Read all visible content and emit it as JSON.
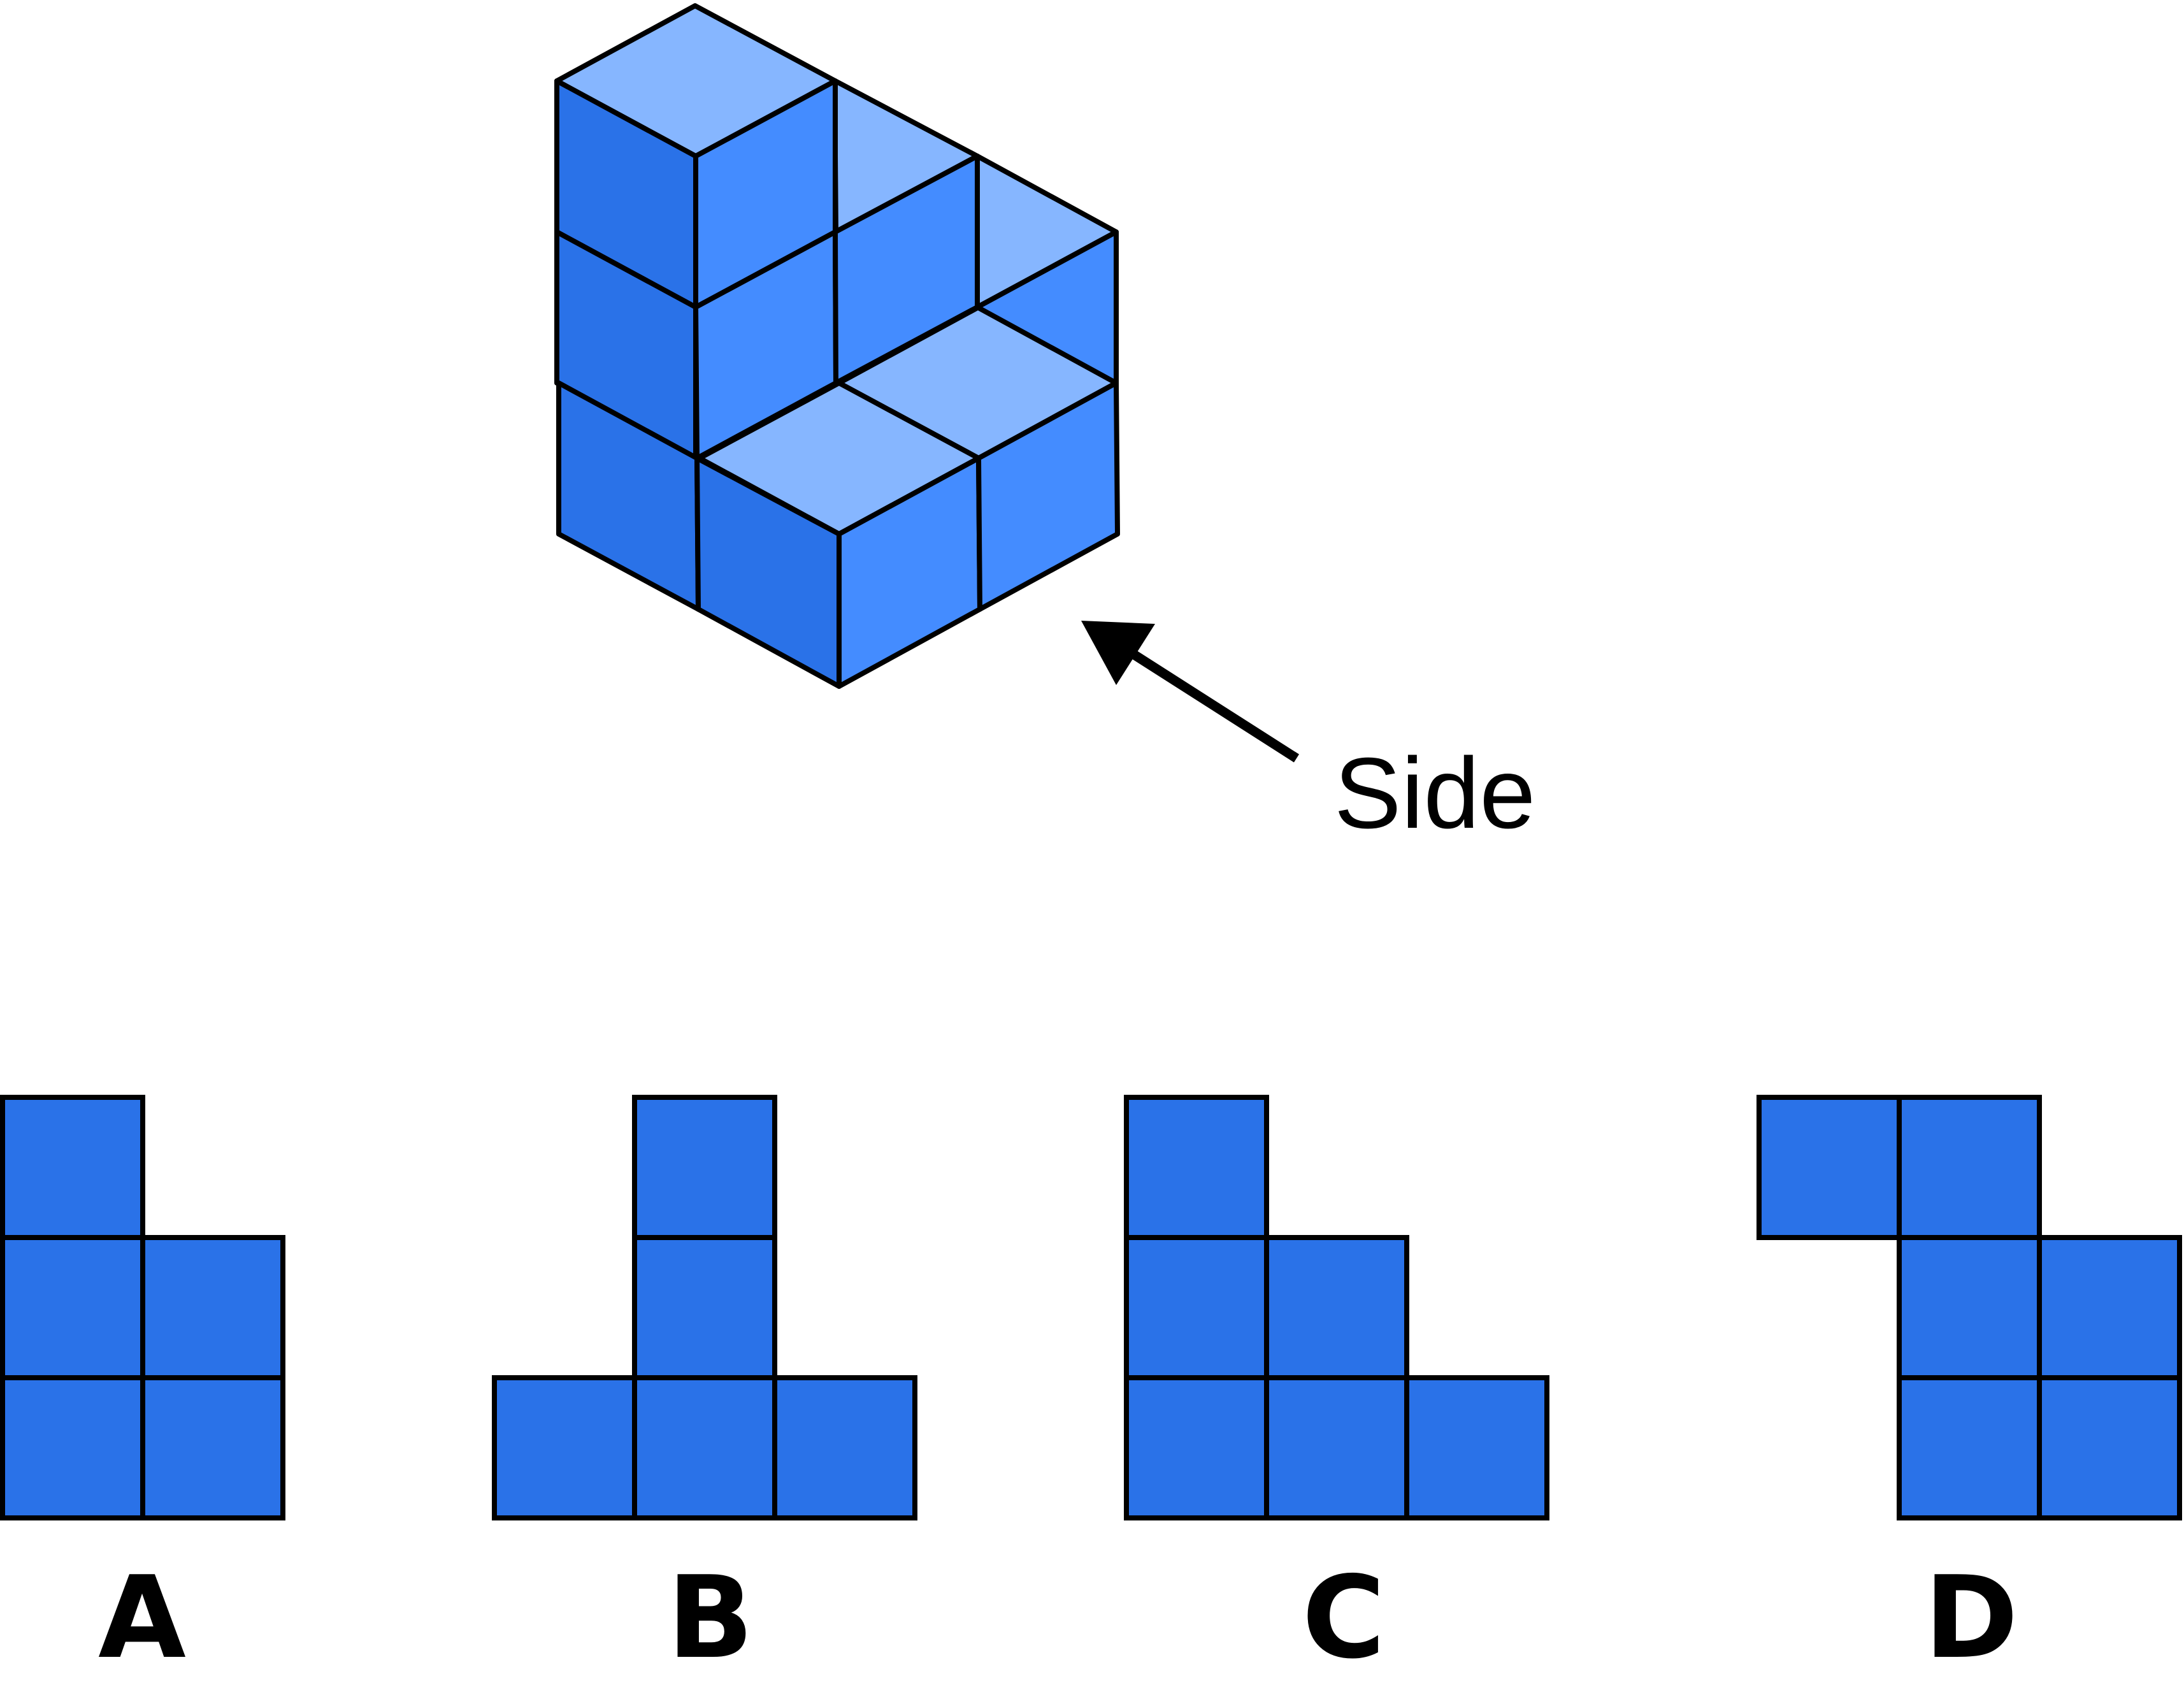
{
  "colors": {
    "top_face": "#86B6FF",
    "front_face": "#448CFF",
    "side_face": "#2A72E8",
    "option_fill": "#2A72E8",
    "outline": "#000000",
    "background": "#FFFFFF"
  },
  "figure": {
    "arrow_label": "Side",
    "arrow_icon": "arrow-up-left-icon"
  },
  "options": [
    {
      "label": "A",
      "cells": [
        [
          0,
          0
        ],
        [
          0,
          1
        ],
        [
          1,
          1
        ],
        [
          0,
          2
        ],
        [
          1,
          2
        ]
      ]
    },
    {
      "label": "B",
      "cells": [
        [
          1,
          0
        ],
        [
          1,
          1
        ],
        [
          0,
          2
        ],
        [
          1,
          2
        ],
        [
          2,
          2
        ]
      ]
    },
    {
      "label": "C",
      "cells": [
        [
          0,
          0
        ],
        [
          0,
          1
        ],
        [
          1,
          1
        ],
        [
          0,
          2
        ],
        [
          1,
          2
        ],
        [
          2,
          2
        ]
      ]
    },
    {
      "label": "D",
      "cells": [
        [
          0,
          0
        ],
        [
          1,
          0
        ],
        [
          1,
          1
        ],
        [
          2,
          1
        ],
        [
          1,
          2
        ],
        [
          2,
          2
        ]
      ]
    }
  ]
}
